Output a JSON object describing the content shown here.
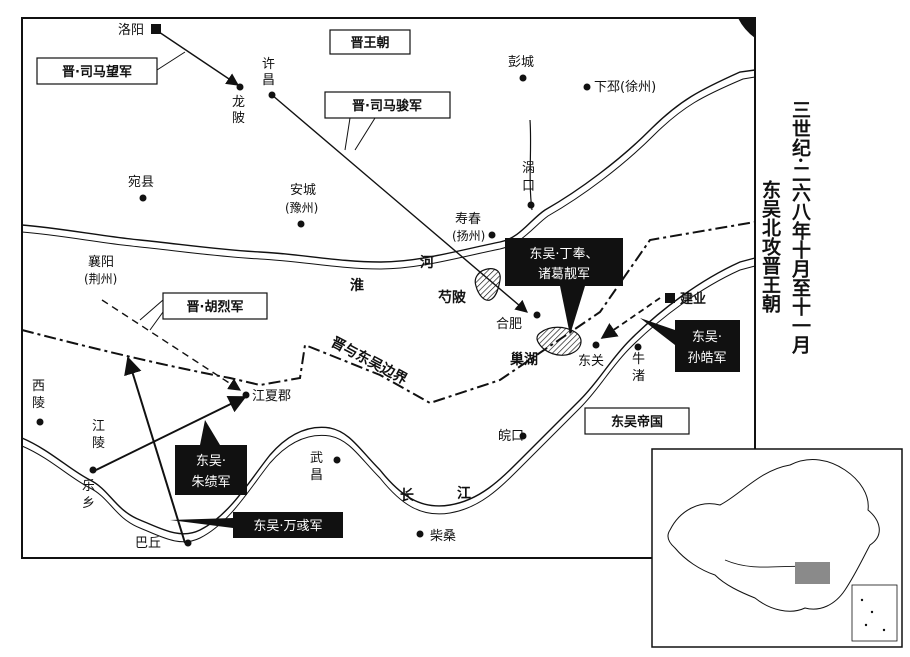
{
  "title_col1": "三世纪·二六八年十月至十一月",
  "title_col2": "东吴北攻晋王朝",
  "regions": {
    "jin": "晋王朝",
    "wu": "东吴帝国"
  },
  "border_label": "晋与东吴边界",
  "rivers": {
    "huai_1": "淮",
    "huai_2": "河",
    "chang_1": "长",
    "chang_2": "江",
    "chaohu": "巢湖",
    "shaobei": "芍陂"
  },
  "cities": {
    "luoyang": "洛阳",
    "xuchang": "许昌",
    "longbei": "龙陂",
    "pengcheng": "彭城",
    "xiapi": "下邳(徐州)",
    "wankou": "涡口",
    "wanxian": "宛县",
    "ancheng": "安城",
    "ancheng_sub": "(豫州)",
    "shouchun": "寿春",
    "shouchun_sub": "(扬州)",
    "xiangyang": "襄阳",
    "xiangyang_sub": "(荆州)",
    "hefei": "合肥",
    "dongguan": "东关",
    "jianye": "建业",
    "niuzhu": "牛渚",
    "jiangxia": "江夏郡",
    "xiling": "西陵",
    "jiangling": "江陵",
    "lexiang": "乐乡",
    "wanchang": "武昌",
    "wankou2": "皖口",
    "chaisang": "柴桑",
    "baqiu": "巴丘"
  },
  "armies": {
    "jin_sima_wang": "晋·司马望军",
    "jin_sima_jun": "晋·司马骏军",
    "jin_hu_lie": "晋·胡烈军",
    "wu_ding_feng_l1": "东吴·丁奉、",
    "wu_ding_feng_l2": "诸葛靓军",
    "wu_sun_hao_l1": "东吴·",
    "wu_sun_hao_l2": "孙皓军",
    "wu_zhu_ji_l1": "东吴·",
    "wu_zhu_ji_l2": "朱绩军",
    "wu_wan_yu": "东吴·万彧军"
  },
  "colors": {
    "ink": "#111111",
    "paper": "#ffffff",
    "inset_highlight": "#8a8a8a"
  }
}
